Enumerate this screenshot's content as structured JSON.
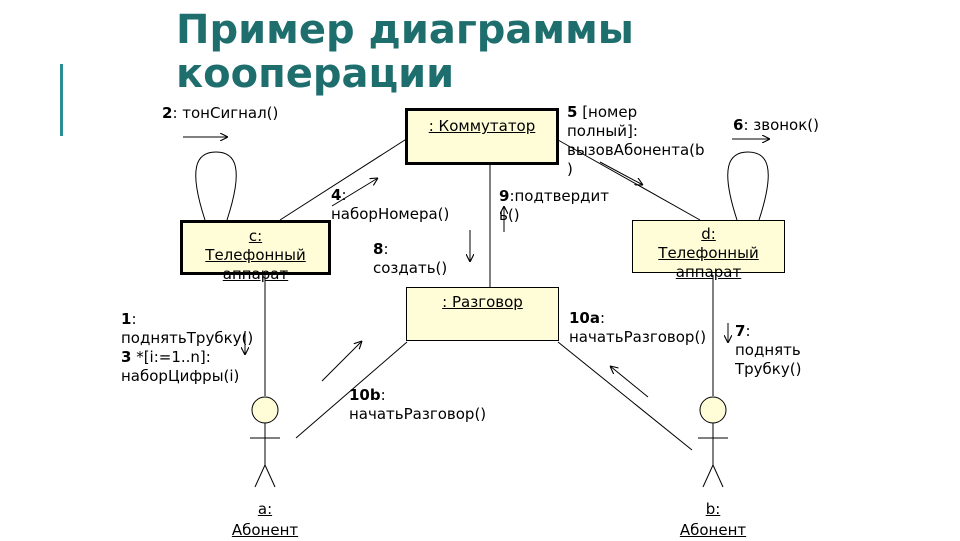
{
  "title": {
    "line1": "Пример диаграммы",
    "line2": "кооперации"
  },
  "objects": {
    "kommutator": ": Коммутатор",
    "razgovor": ": Разговор",
    "phone_c": {
      "line1": "c:",
      "line2": "Телефонный",
      "line3": "аппарат"
    },
    "phone_d": {
      "line1": "d:",
      "line2": "Телефонный",
      "line3": "аппарат"
    }
  },
  "actors": {
    "a": {
      "line1": "a:",
      "line2": "Абонент"
    },
    "b": {
      "line1": "b:",
      "line2": "Абонент"
    }
  },
  "messages": {
    "m2": {
      "num": "2",
      "text": ": тонСигнал()"
    },
    "m5": {
      "num": "5",
      "line1": " [номер",
      "line2": "полный]:",
      "line3": "вызовАбонента(b",
      "line4": ")"
    },
    "m6": {
      "num": "6",
      "text": ": звонок()"
    },
    "m4": {
      "num": "4",
      "line1": ":",
      "line2": "наборНомера()"
    },
    "m9": {
      "num": "9",
      "line1": ":подтвердит",
      "line2": "ь()"
    },
    "m8": {
      "num": "8",
      "line1": ":",
      "line2": "создать()"
    },
    "m1": {
      "num": "1",
      "line1": ":",
      "line2": "поднятьТрубку()"
    },
    "m3": {
      "num": "3",
      "line1": " *[i:=1..n]:",
      "line2": "наборЦифры(i)"
    },
    "m10a": {
      "num": "10a",
      "line1": ":",
      "line2": "начатьРазговор()"
    },
    "m7": {
      "num": "7",
      "line1": ":",
      "line2": "поднять",
      "line3": "Трубку()"
    },
    "m10b": {
      "num": "10b",
      "line1": ":",
      "line2": "начатьРазговор()"
    }
  },
  "colors": {
    "title": "#1e6e6e",
    "accent_bar": "#2a8c96",
    "box_fill": "#fffdd8"
  }
}
